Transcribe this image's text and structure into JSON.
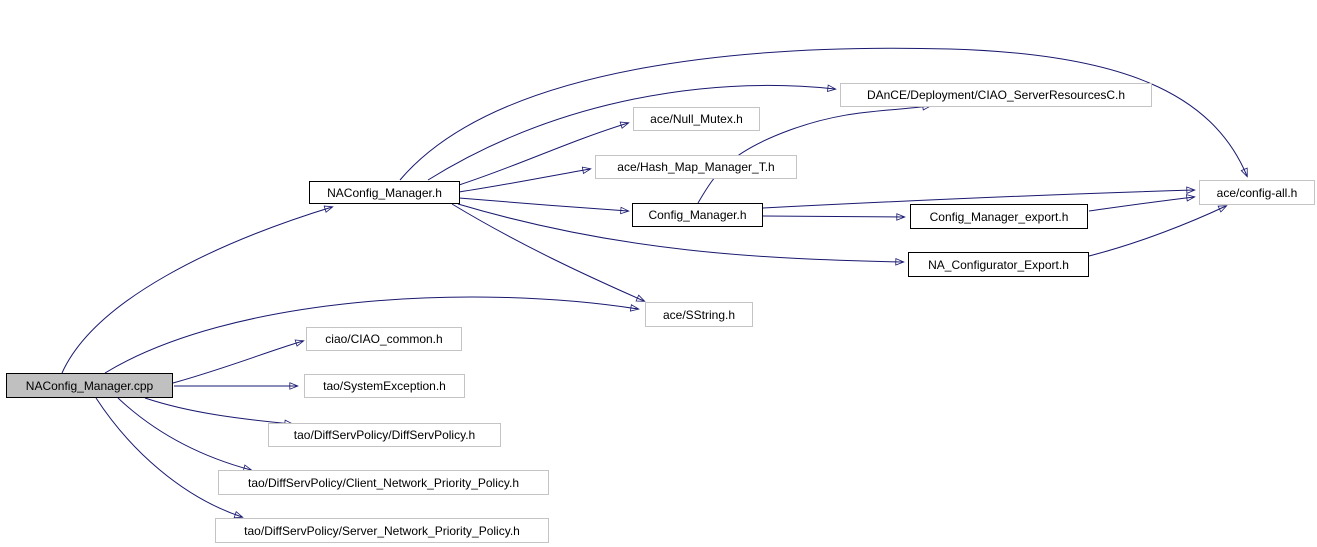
{
  "graph": {
    "type": "include-dependency-graph",
    "background_color": "#ffffff",
    "edge_color": "#191970",
    "current_node_fill": "#c0c0c0",
    "nodes": [
      {
        "id": "cpp",
        "label": "NAConfig_Manager.cpp",
        "kind": "current"
      },
      {
        "id": "h",
        "label": "NAConfig_Manager.h",
        "kind": "linked"
      },
      {
        "id": "dance",
        "label": "DAnCE/Deployment/CIAO_ServerResourcesC.h",
        "kind": "external"
      },
      {
        "id": "nullmutex",
        "label": "ace/Null_Mutex.h",
        "kind": "external"
      },
      {
        "id": "hashmap",
        "label": "ace/Hash_Map_Manager_T.h",
        "kind": "external"
      },
      {
        "id": "configmgr",
        "label": "Config_Manager.h",
        "kind": "linked"
      },
      {
        "id": "cmexport",
        "label": "Config_Manager_export.h",
        "kind": "linked"
      },
      {
        "id": "naexport",
        "label": "NA_Configurator_Export.h",
        "kind": "linked"
      },
      {
        "id": "configall",
        "label": "ace/config-all.h",
        "kind": "external"
      },
      {
        "id": "sstring",
        "label": "ace/SString.h",
        "kind": "external"
      },
      {
        "id": "ciao",
        "label": "ciao/CIAO_common.h",
        "kind": "external"
      },
      {
        "id": "sysex",
        "label": "tao/SystemException.h",
        "kind": "external"
      },
      {
        "id": "diffserv",
        "label": "tao/DiffServPolicy/DiffServPolicy.h",
        "kind": "external"
      },
      {
        "id": "client",
        "label": "tao/DiffServPolicy/Client_Network_Priority_Policy.h",
        "kind": "external"
      },
      {
        "id": "server",
        "label": "tao/DiffServPolicy/Server_Network_Priority_Policy.h",
        "kind": "external"
      }
    ],
    "edges": [
      {
        "from": "cpp",
        "to": "h"
      },
      {
        "from": "cpp",
        "to": "sstring"
      },
      {
        "from": "cpp",
        "to": "ciao"
      },
      {
        "from": "cpp",
        "to": "sysex"
      },
      {
        "from": "cpp",
        "to": "diffserv"
      },
      {
        "from": "cpp",
        "to": "client"
      },
      {
        "from": "cpp",
        "to": "server"
      },
      {
        "from": "h",
        "to": "configall"
      },
      {
        "from": "h",
        "to": "dance"
      },
      {
        "from": "h",
        "to": "nullmutex"
      },
      {
        "from": "h",
        "to": "hashmap"
      },
      {
        "from": "h",
        "to": "configmgr"
      },
      {
        "from": "h",
        "to": "sstring"
      },
      {
        "from": "h",
        "to": "naexport"
      },
      {
        "from": "configmgr",
        "to": "dance"
      },
      {
        "from": "configmgr",
        "to": "configall"
      },
      {
        "from": "configmgr",
        "to": "cmexport"
      },
      {
        "from": "cmexport",
        "to": "configall"
      },
      {
        "from": "naexport",
        "to": "configall"
      }
    ]
  }
}
